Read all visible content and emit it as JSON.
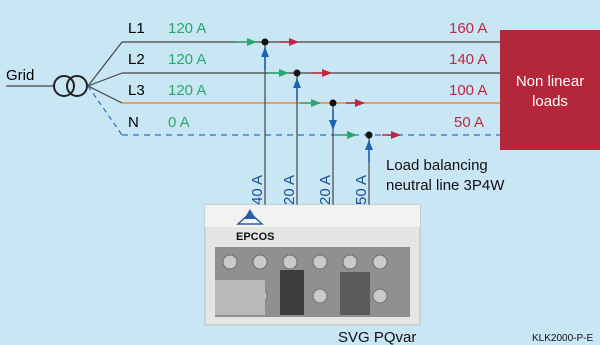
{
  "grid_label": "Grid",
  "lines": [
    {
      "name": "L1",
      "input": "120 A",
      "output": "160 A"
    },
    {
      "name": "L2",
      "input": "120 A",
      "output": "140 A"
    },
    {
      "name": "L3",
      "input": "120 A",
      "output": "100 A"
    },
    {
      "name": "N",
      "input": "0 A",
      "output": "50 A"
    }
  ],
  "injections": [
    "40 A",
    "20 A",
    "20 A",
    "50 A"
  ],
  "load_box": {
    "line1": "Non linear",
    "line2": "loads"
  },
  "note": {
    "line1": "Load balancing",
    "line2": "neutral line 3P4W"
  },
  "device": {
    "brand": "EPCOS",
    "caption": "SVG PQvar"
  },
  "doc_code": "KLK2000-P-E",
  "colors": {
    "background": "#c9e6f5",
    "load_box": "#b4263a",
    "input_current": "#2aa86a",
    "output_current": "#c0283f",
    "injection_arrow": "#1d62b6",
    "l3_line": "#e98a3a",
    "neutral_line": "#2d6fc4"
  }
}
